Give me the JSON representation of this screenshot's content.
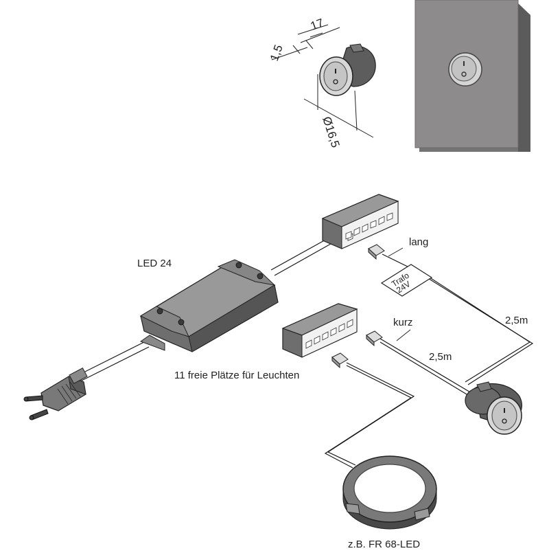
{
  "dimensions": {
    "depth": "17",
    "bezel": "1,5",
    "diameter": "Ø16,5"
  },
  "labels": {
    "transformer": "LED 24",
    "long_cable": "lang",
    "short_cable": "kurz",
    "transformer_tag": [
      "Trafo",
      "24V"
    ],
    "cable_length_long": "2,5m",
    "cable_length_short": "2,5m",
    "free_slots": "11 freie Plätze für Leuchten",
    "example_light": "z.B. FR 68-LED"
  },
  "colors": {
    "housing": "#6f6e6e",
    "housing_light": "#9a9999",
    "panel": "#8d8b8c",
    "line": "#1a1a1a",
    "white": "#ffffff"
  }
}
